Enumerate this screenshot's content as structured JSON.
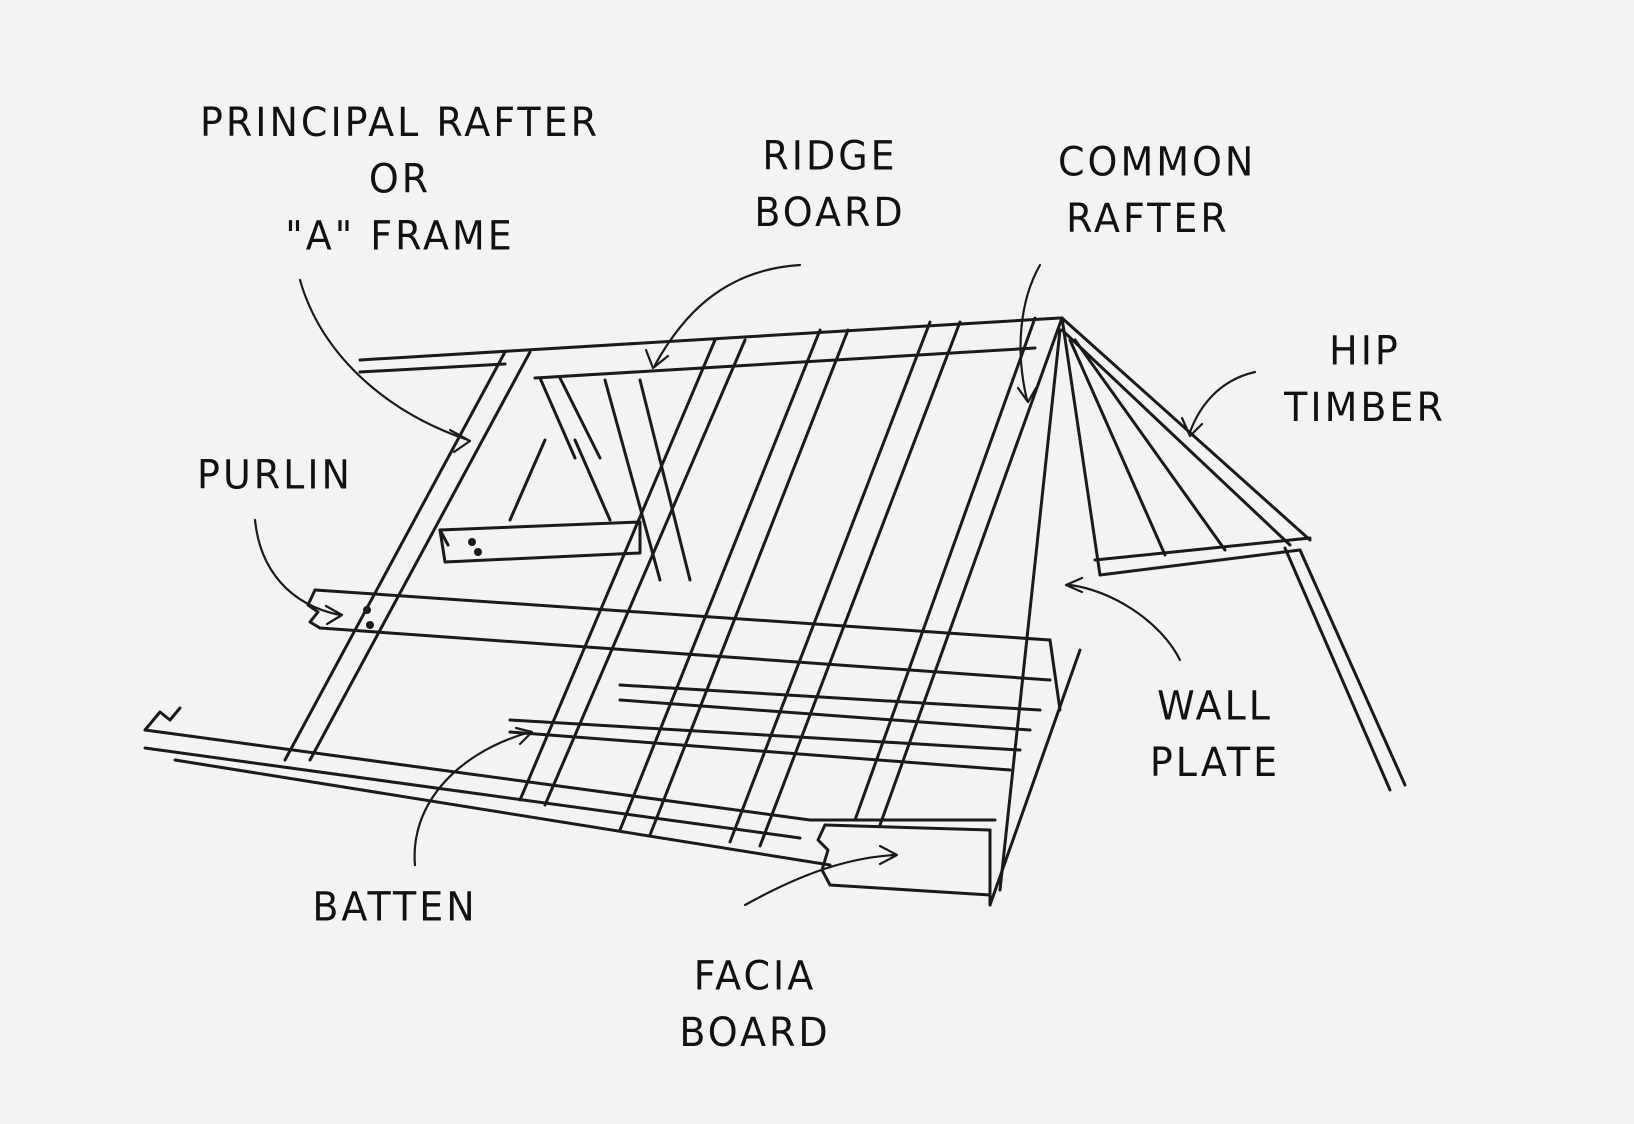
{
  "labels": {
    "principal_rafter": {
      "line1": "PRINCIPAL RAFTER",
      "line2": "OR",
      "line3": "\"A\" FRAME"
    },
    "ridge_board": {
      "line1": "RIDGE",
      "line2": "BOARD"
    },
    "common_rafter": {
      "line1": "COMMON",
      "line2": "RAFTER"
    },
    "hip_timber": {
      "line1": "HIP",
      "line2": "TIMBER"
    },
    "purlin": {
      "line1": "PURLIN"
    },
    "wall_plate": {
      "line1": "WALL",
      "line2": "PLATE"
    },
    "batten": {
      "line1": "BATTEN"
    },
    "facia_board": {
      "line1": "FACIA",
      "line2": "BOARD"
    }
  },
  "colors": {
    "ink": "#1a1a1a",
    "paper": "#f3f3f1"
  }
}
